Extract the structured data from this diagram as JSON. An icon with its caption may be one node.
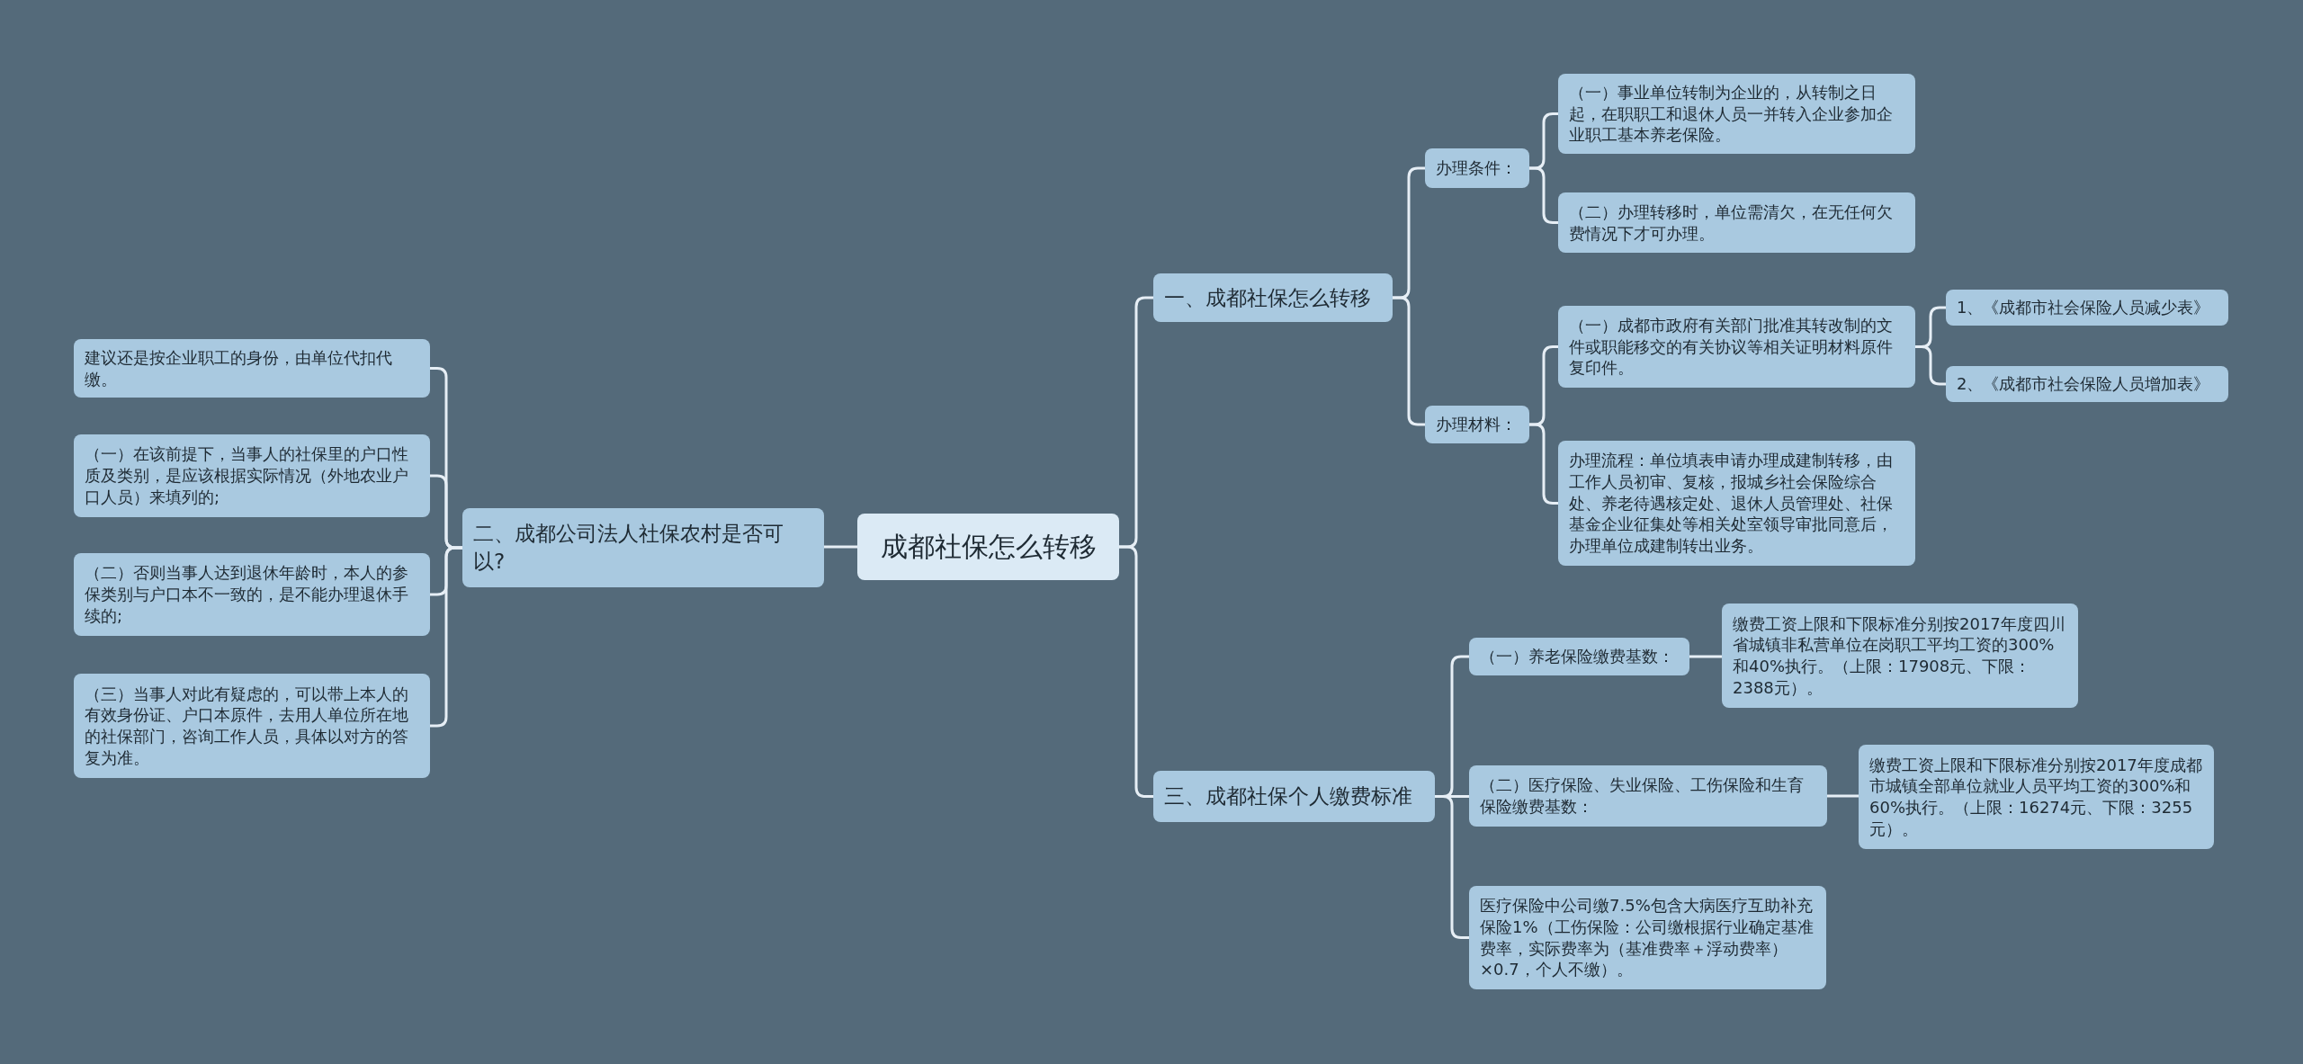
{
  "diagram": {
    "nodes": [
      {
        "text": [
          "成都社保怎么转移"
        ]
      },
      {
        "text": [
          "一、成都社保怎么转移"
        ]
      },
      {
        "text": [
          "办理条件："
        ]
      },
      {
        "text": [
          "（一）事业单位转制为企业的，从转制之日起，在职职工和退休人员一并转入企业参加企业职工基本养老保险。"
        ]
      },
      {
        "text": [
          "（二）办理转移时，单位需清欠，在无任何欠费情况下才可办理。"
        ]
      },
      {
        "text": [
          "办理材料："
        ]
      },
      {
        "text": [
          "（一）成都市政府有关部门批准其转改制的文件或职能移交的有关协议等相关证明材料原件复印件。"
        ]
      },
      {
        "text": [
          "1、《成都市社会保险人员减少表》"
        ]
      },
      {
        "text": [
          "2、《成都市社会保险人员增加表》"
        ]
      },
      {
        "text": [
          "办理流程：单位填表申请办理成建制转移，由工作人员初审、复核，报城乡社会保险综合处、养老待遇核定处、退休人员管理处、社保基金企业征集处等相关处室领导审批同意后，办理单位成建制转出业务。"
        ]
      },
      {
        "text": [
          "二、成都公司法人社保农村是否可以?"
        ]
      },
      {
        "text": [
          "建议还是按企业职工的身份，由单位代扣代缴。"
        ]
      },
      {
        "text": [
          "（一）在该前提下，当事人的社保里的户口性质及类别，是应该根据实际情况（外地农业户口人员）来填列的;"
        ]
      },
      {
        "text": [
          "（二）否则当事人达到退休年龄时，本人的参保类别与户口本不一致的，是不能办理退休手续的;"
        ]
      },
      {
        "text": [
          "（三）当事人对此有疑虑的，可以带上本人的有效身份证、户口本原件，去用人单位所在地的社保部门，咨询工作人员，具体以对方的答复为准。"
        ]
      },
      {
        "text": [
          "三、成都社保个人缴费标准"
        ]
      },
      {
        "text": [
          "（一）养老保险缴费基数："
        ]
      },
      {
        "text": [
          "缴费工资上限和下限标准分别按2017年度四川省城镇非私营单位在岗职工平均工资的300%和40%执行。（上限：17908元、下限：2388元）。"
        ]
      },
      {
        "text": [
          "（二）医疗保险、失业保险、工伤保险和生育保险缴费基数："
        ]
      },
      {
        "text": [
          "缴费工资上限和下限标准分别按2017年度成都市城镇全部单位就业人员平均工资的300%和60%执行。（上限：16274元、下限：3255元）。"
        ]
      },
      {
        "text": [
          "医疗保险中公司缴7.5%包含大病医疗互助补充保险1%（工伤保险：公司缴根据行业确定基准费率，实际费率为（基准费率＋浮动费率）×0.7，个人不缴）。"
        ]
      }
    ],
    "edges": [
      {
        "from": 0,
        "to": 1,
        "arrow": "none"
      },
      {
        "from": 1,
        "to": 2,
        "arrow": "none"
      },
      {
        "from": 2,
        "to": 3,
        "arrow": "none"
      },
      {
        "from": 2,
        "to": 4,
        "arrow": "none"
      },
      {
        "from": 1,
        "to": 5,
        "arrow": "none"
      },
      {
        "from": 5,
        "to": 6,
        "arrow": "none"
      },
      {
        "from": 6,
        "to": 7,
        "arrow": "none"
      },
      {
        "from": 6,
        "to": 8,
        "arrow": "none"
      },
      {
        "from": 5,
        "to": 9,
        "arrow": "none"
      },
      {
        "from": 0,
        "to": 10,
        "arrow": "none"
      },
      {
        "from": 10,
        "to": 11,
        "arrow": "none"
      },
      {
        "from": 10,
        "to": 12,
        "arrow": "none"
      },
      {
        "from": 10,
        "to": 13,
        "arrow": "none"
      },
      {
        "from": 10,
        "to": 14,
        "arrow": "none"
      },
      {
        "from": 0,
        "to": 15,
        "arrow": "none"
      },
      {
        "from": 15,
        "to": 16,
        "arrow": "none"
      },
      {
        "from": 16,
        "to": 17,
        "arrow": "none"
      },
      {
        "from": 15,
        "to": 18,
        "arrow": "none"
      },
      {
        "from": 18,
        "to": 19,
        "arrow": "none"
      },
      {
        "from": 15,
        "to": 20,
        "arrow": "none"
      }
    ]
  }
}
